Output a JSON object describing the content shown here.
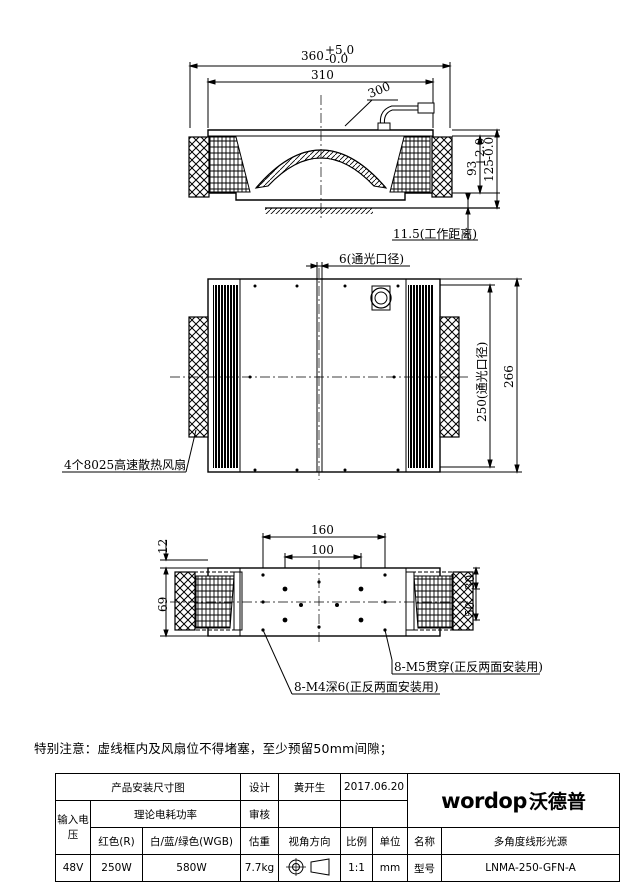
{
  "front_view": {
    "dim_overall": "360",
    "tol_overall_upper": "+5.0",
    "tol_overall_lower": "-0.0",
    "dim_width": "310",
    "dim_radius": "300",
    "dim_height": "93",
    "dim_total_height": "125",
    "tol_height_upper": "+2.0",
    "tol_height_lower": "-0.0",
    "working_distance": "11.5(工作距离)"
  },
  "top_view": {
    "aperture_width": "6(通光口径)",
    "aperture_length": "250(通光口径)",
    "dim_length": "266",
    "fan_note": "4个8025高速散热风扇"
  },
  "bottom_view": {
    "dim_160": "160",
    "dim_100": "100",
    "dim_12": "12",
    "dim_69": "69",
    "dim_30": "30",
    "dim_50": "50",
    "m5_note": "8-M5贯穿(正反两面安装用)",
    "m4_note": "8-M4深6(正反两面安装用)"
  },
  "note": "特别注意：虚线框内及风扇位不得堵塞，至少预留50mm间隙；",
  "title_block": {
    "title": "产品安装尺寸图",
    "design_label": "设计",
    "designer": "黄开生",
    "date": "2017.06.20",
    "review_label": "审核",
    "input_voltage_label": "输入电压",
    "power_label": "理论电耗功率",
    "red_label": "红色(R)",
    "wgb_label": "白/蓝/绿色(WGB)",
    "weight_label": "估重",
    "view_direction_label": "视角方向",
    "scale_label": "比例",
    "unit_label": "单位",
    "name_label": "名称",
    "product_name": "多角度线形光源",
    "voltage": "48V",
    "red_power": "250W",
    "wgb_power": "580W",
    "weight": "7.7kg",
    "scale": "1:1",
    "unit": "mm",
    "model_label": "型号",
    "model": "LNMA-250-GFN-A",
    "logo_text": "wordop",
    "logo_cn": "沃德普"
  }
}
